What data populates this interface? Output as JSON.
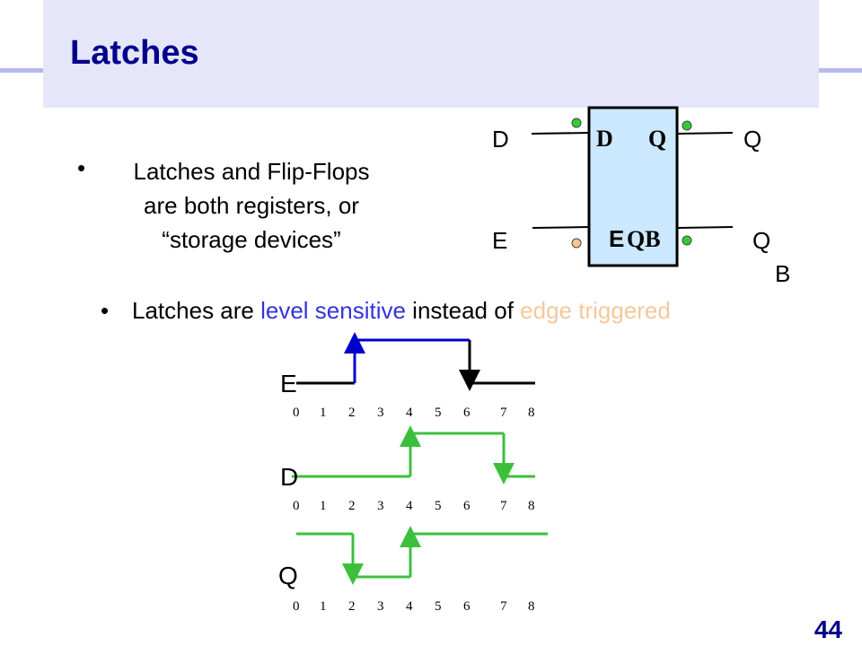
{
  "title": "Latches",
  "page_number": "44",
  "bullets": [
    {
      "lines": [
        "Latches and Flip-Flops",
        "are both registers, or",
        "“storage devices”"
      ]
    },
    {
      "before": "Latches are ",
      "highlight1": "level sensitive",
      "middle": " instead of ",
      "highlight2": "edge triggered"
    }
  ],
  "colors": {
    "title": "#00008b",
    "highlight1": "#3333dd",
    "highlight2": "#f5c89a",
    "box": "#cce8ff",
    "wave": "#3cc03c",
    "rising_e": "#0000cc"
  },
  "latch": {
    "inputs": [
      "D",
      "E"
    ],
    "outputs": [
      "Q",
      "Q",
      "B"
    ],
    "pins": {
      "d": "D",
      "q": "Q",
      "e": "E",
      "qb": "QB"
    }
  },
  "timing": {
    "ticks": [
      "0",
      "1",
      "2",
      "3",
      "4",
      "5",
      "6",
      "7",
      "8"
    ],
    "signals": [
      {
        "name": "E"
      },
      {
        "name": "D"
      },
      {
        "name": "Q"
      }
    ]
  }
}
